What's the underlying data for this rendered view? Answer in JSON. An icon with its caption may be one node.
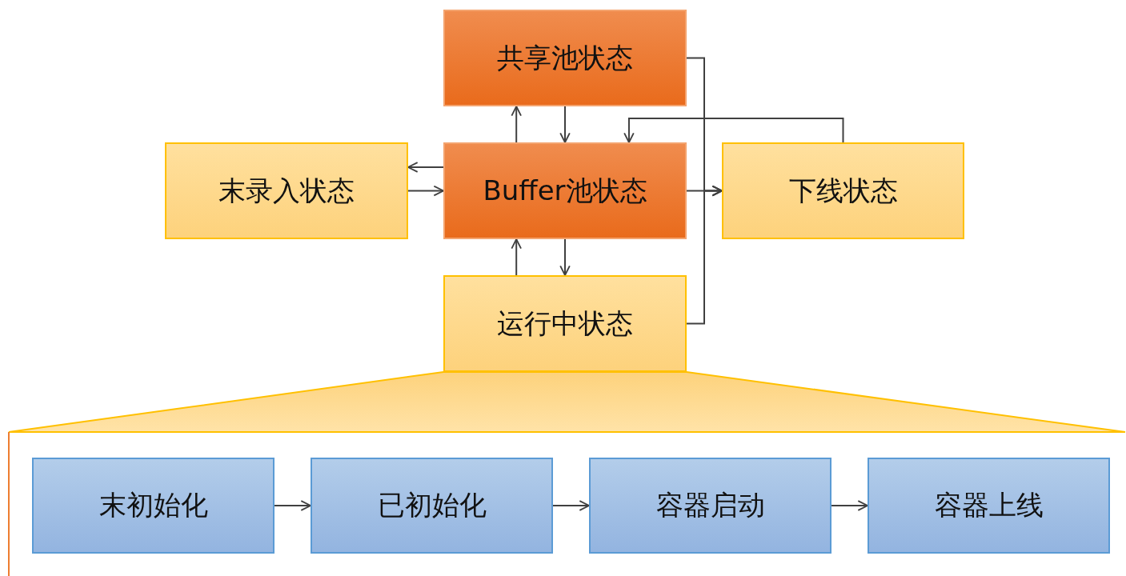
{
  "diagram": {
    "nodes": [
      {
        "text": [
          "共享池状态"
        ]
      },
      {
        "text": [
          "末录入状态"
        ]
      },
      {
        "text": [
          "Buffer池状态"
        ]
      },
      {
        "text": [
          "下线状态"
        ]
      },
      {
        "text": [
          "运行中状态"
        ]
      },
      {
        "text": [],
        "shape": "trapezoid"
      },
      {
        "text": [],
        "shape": "box"
      },
      {
        "text": [
          "末初始化"
        ],
        "in": 6
      },
      {
        "text": [
          "已初始化"
        ],
        "in": 6
      },
      {
        "text": [
          "容器启动"
        ],
        "in": 6
      },
      {
        "text": [
          "容器上线"
        ],
        "in": 6
      }
    ],
    "edges": [
      {
        "from": 2,
        "to": 0,
        "arrow": "to"
      },
      {
        "from": 0,
        "to": 2,
        "arrow": "to"
      },
      {
        "from": 2,
        "to": 1,
        "arrow": "to"
      },
      {
        "from": 1,
        "to": 2,
        "arrow": "to"
      },
      {
        "from": 2,
        "to": 3,
        "arrow": "to"
      },
      {
        "from": 0,
        "to": 3,
        "arrow": "to"
      },
      {
        "from": 4,
        "to": 3,
        "arrow": "to"
      },
      {
        "from": 3,
        "to": 2,
        "arrow": "to"
      },
      {
        "from": 2,
        "to": 4,
        "arrow": "to"
      },
      {
        "from": 4,
        "to": 2,
        "arrow": "to"
      },
      {
        "from": 7,
        "to": 8,
        "arrow": "to"
      },
      {
        "from": 8,
        "to": 9,
        "arrow": "to"
      },
      {
        "from": 9,
        "to": 10,
        "arrow": "to"
      }
    ]
  }
}
